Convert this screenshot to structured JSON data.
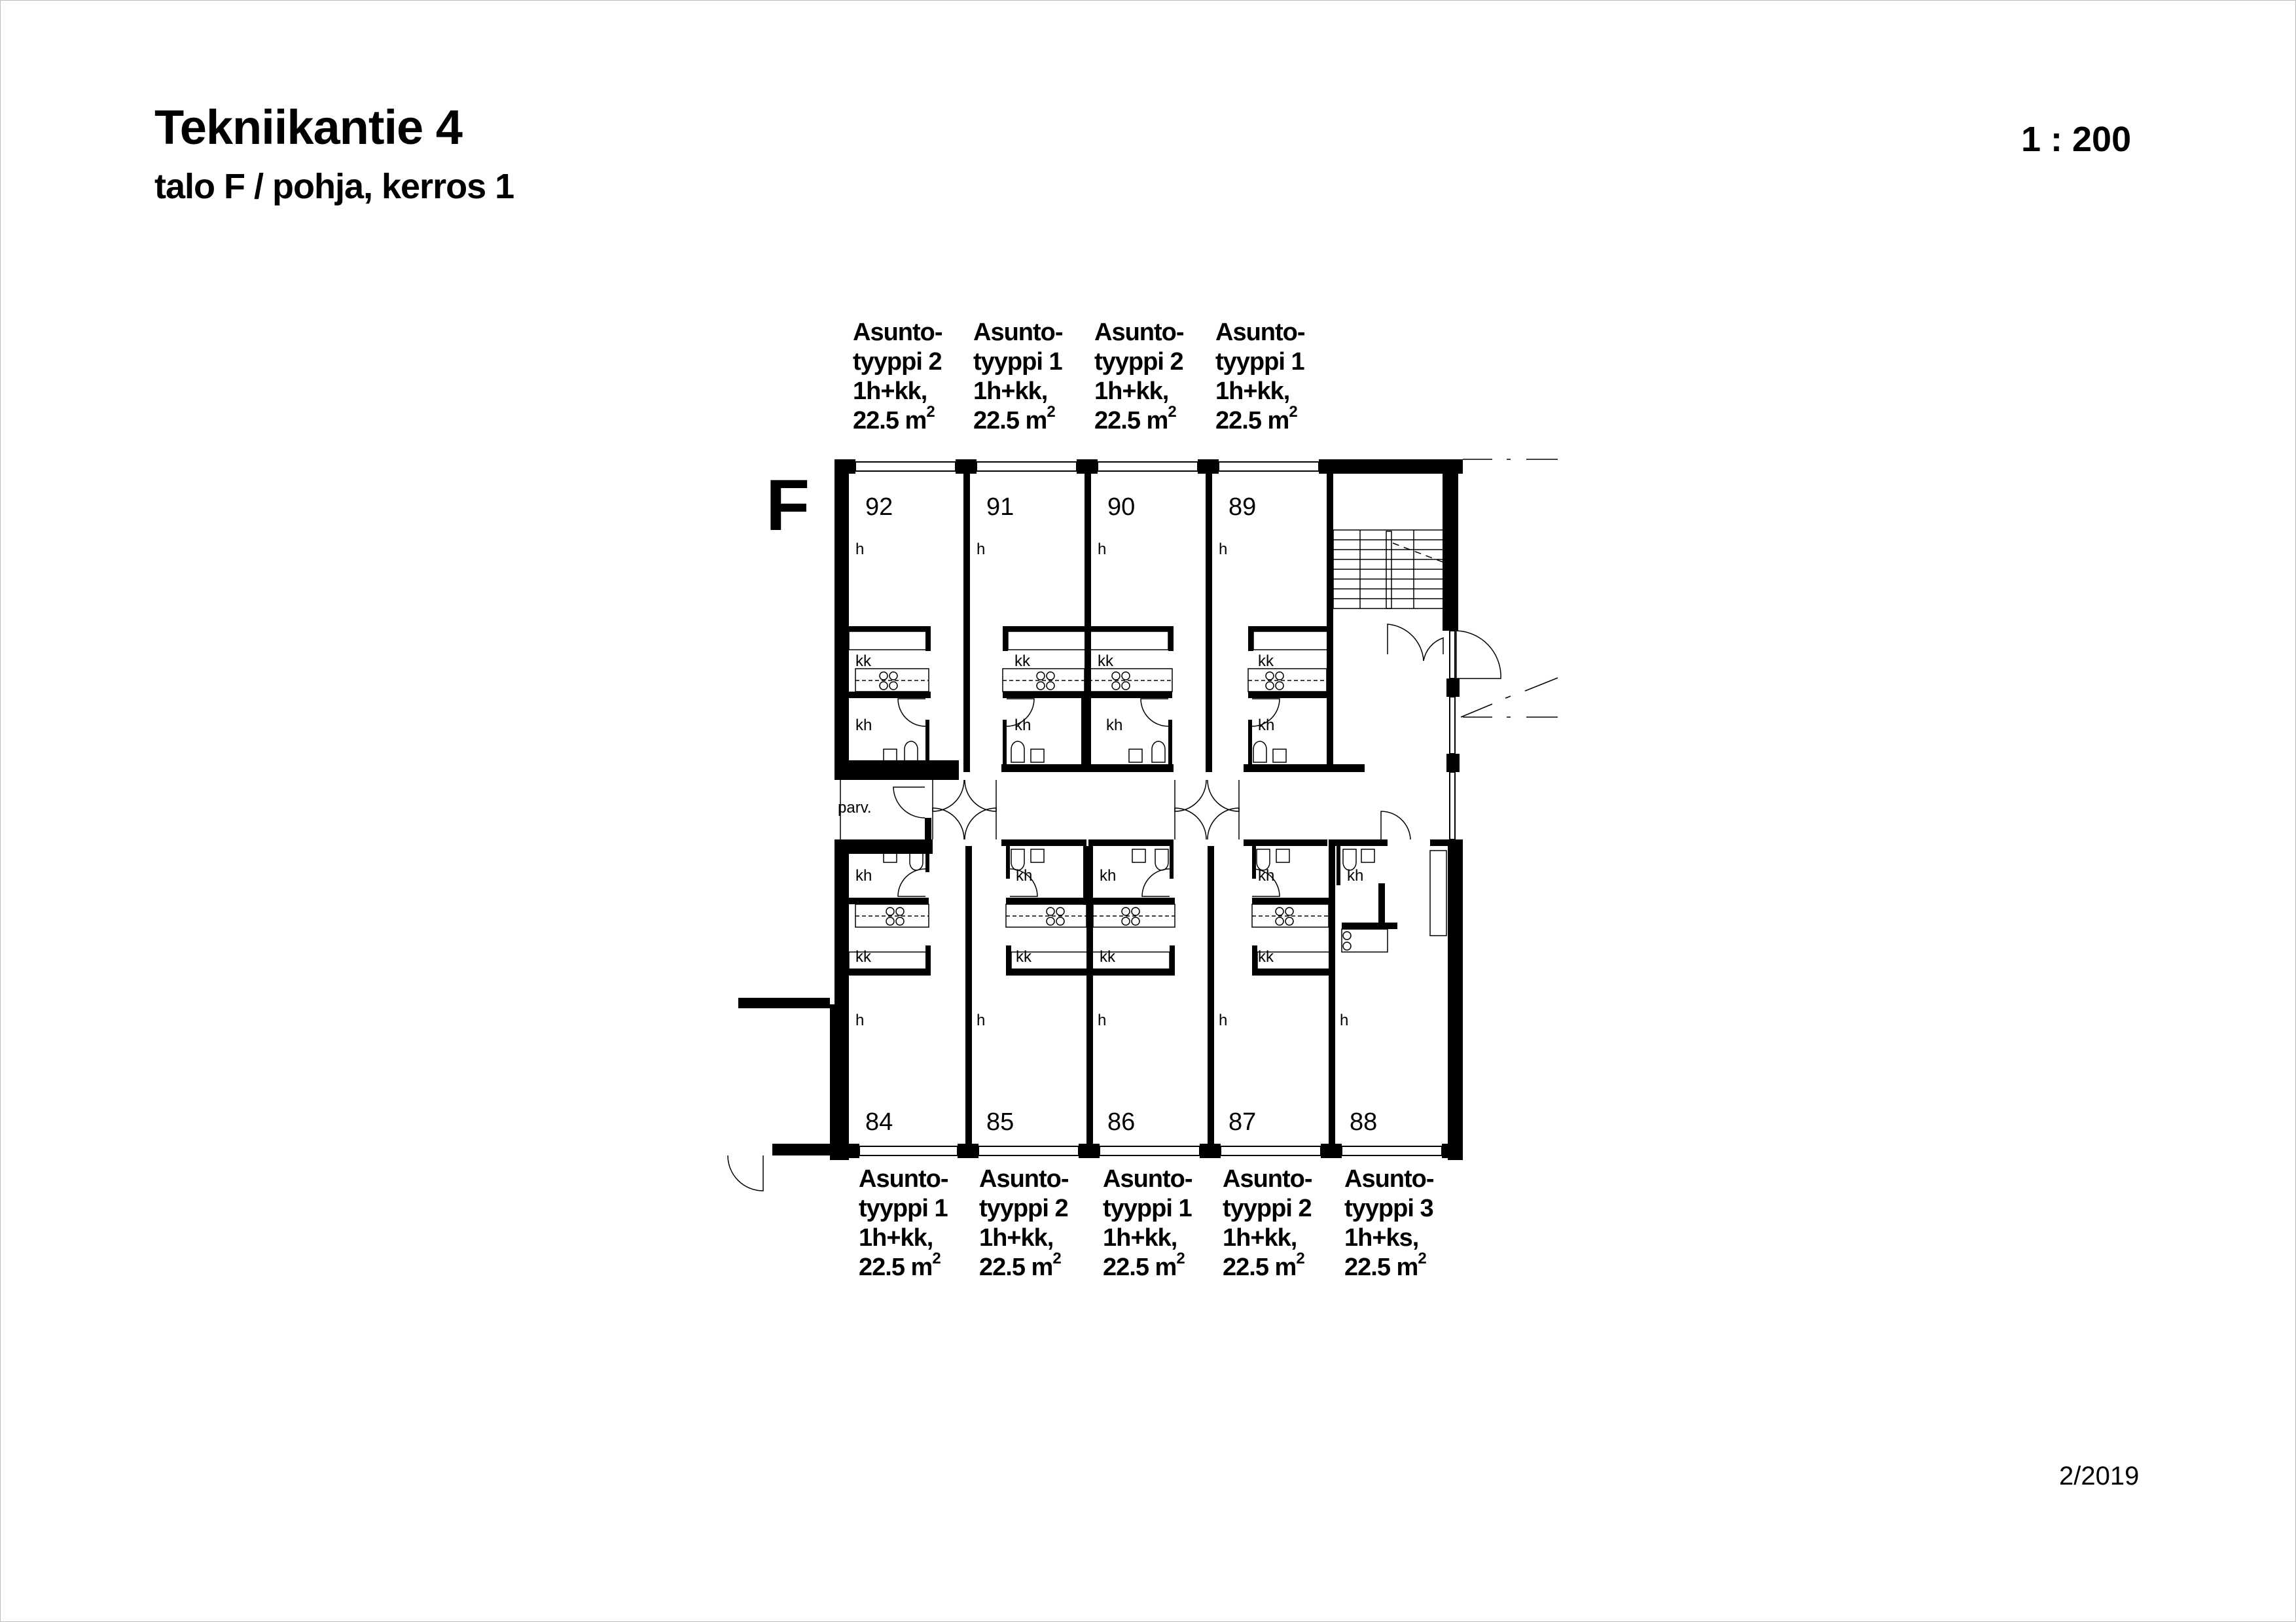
{
  "header": {
    "title": "Tekniikantie 4",
    "subtitle": "talo F / pohja, kerros 1",
    "scale": "1 : 200"
  },
  "footer": {
    "date": "2/2019"
  },
  "building": {
    "letter": "F"
  },
  "room_codes": {
    "living": "h",
    "kitchen": "kk",
    "bathroom": "kh",
    "balcony": "parv."
  },
  "units_top": [
    {
      "number": "92",
      "line1": "Asunto-",
      "line2": "tyyppi 2",
      "line3": "1h+kk,",
      "area": "22.5 m",
      "area_sup": "2"
    },
    {
      "number": "91",
      "line1": "Asunto-",
      "line2": "tyyppi 1",
      "line3": "1h+kk,",
      "area": "22.5 m",
      "area_sup": "2"
    },
    {
      "number": "90",
      "line1": "Asunto-",
      "line2": "tyyppi 2",
      "line3": "1h+kk,",
      "area": "22.5 m",
      "area_sup": "2"
    },
    {
      "number": "89",
      "line1": "Asunto-",
      "line2": "tyyppi 1",
      "line3": "1h+kk,",
      "area": "22.5 m",
      "area_sup": "2"
    }
  ],
  "units_bottom": [
    {
      "number": "84",
      "line1": "Asunto-",
      "line2": "tyyppi 1",
      "line3": "1h+kk,",
      "area": "22.5 m",
      "area_sup": "2"
    },
    {
      "number": "85",
      "line1": "Asunto-",
      "line2": "tyyppi 2",
      "line3": "1h+kk,",
      "area": "22.5 m",
      "area_sup": "2"
    },
    {
      "number": "86",
      "line1": "Asunto-",
      "line2": "tyyppi 1",
      "line3": "1h+kk,",
      "area": "22.5 m",
      "area_sup": "2"
    },
    {
      "number": "87",
      "line1": "Asunto-",
      "line2": "tyyppi 2",
      "line3": "1h+kk,",
      "area": "22.5 m",
      "area_sup": "2"
    },
    {
      "number": "88",
      "line1": "Asunto-",
      "line2": "tyyppi 3",
      "line3": "1h+ks,",
      "area": "22.5 m",
      "area_sup": "2"
    }
  ],
  "colors": {
    "wall": "#000000",
    "line": "#000000",
    "background": "#ffffff",
    "frame": "#bdbdbd"
  }
}
